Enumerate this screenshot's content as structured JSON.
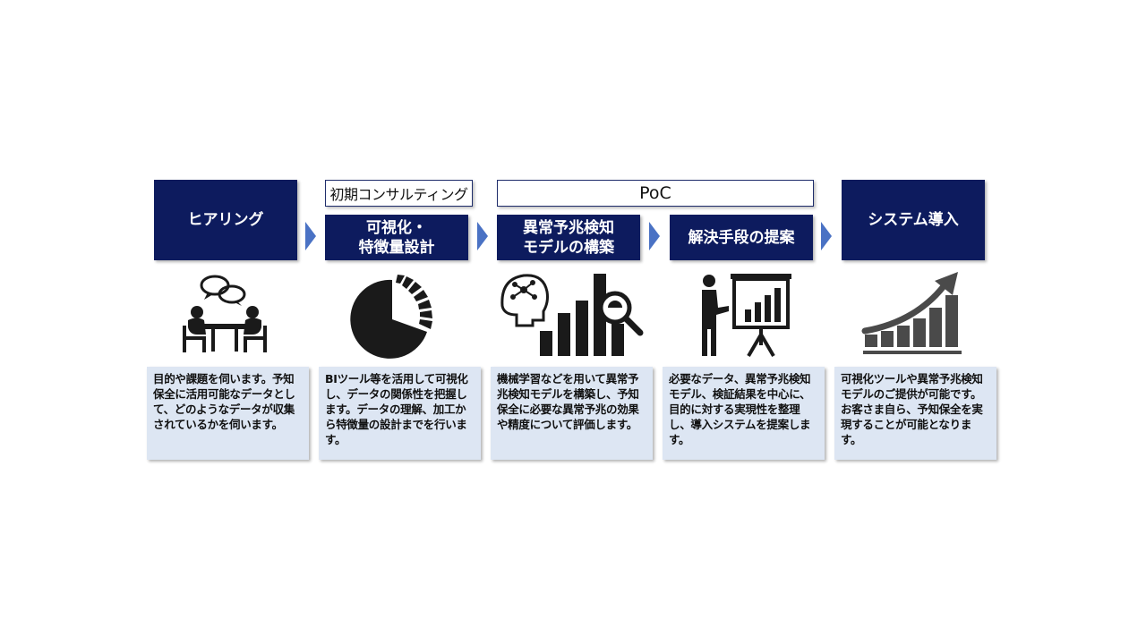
{
  "phases": {
    "consulting": "初期コンサルティング",
    "poc": "PoC"
  },
  "steps": [
    {
      "line1": "ヒアリング",
      "line2": "",
      "icon": "meeting-icon"
    },
    {
      "line1": "可視化・",
      "line2": "特徴量設計",
      "icon": "pie-chart-icon"
    },
    {
      "line1": "異常予兆検知",
      "line2": "モデルの構築",
      "icon": "ai-analysis-icon"
    },
    {
      "line1": "解決手段の提案",
      "line2": "",
      "icon": "presentation-icon"
    },
    {
      "line1": "システム導入",
      "line2": "",
      "icon": "growth-chart-icon"
    }
  ],
  "descriptions": [
    "目的や課題を伺います。予知保全に活用可能なデータとして、どのようなデータが収集されているかを伺います。",
    "BIツール等を活用して可視化し、データの関係性を把握します。データの理解、加工から特徴量の設計までを行います。",
    "機械学習などを用いて異常予兆検知モデルを構築し、予知保全に必要な異常予兆の効果や精度について評価します。",
    "必要なデータ、異常予兆検知モデル、検証結果を中心に、目的に対する実現性を整理し、導入システムを提案します。",
    "可視化ツールや異常予兆検知モデルのご提供が可能です。お客さま自ら、予知保全を実現することが可能となります。"
  ],
  "colors": {
    "step_bg": "#0d1b5e",
    "arrow": "#4a72c4",
    "desc_bg": "#dde6f3",
    "icon": "#1a1a1a"
  }
}
